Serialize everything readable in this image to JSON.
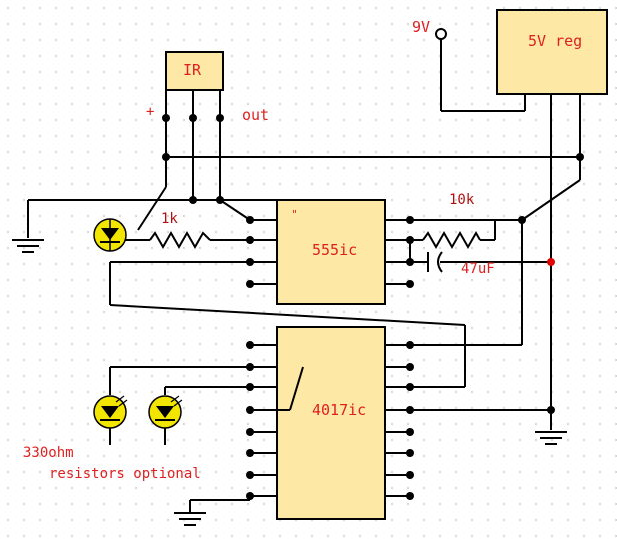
{
  "labels": {
    "ir": "IR",
    "plus": "+",
    "out": "out",
    "v9": "9V",
    "vreg": "5V reg",
    "r1k": "1k",
    "r10k": "10k",
    "ic555": "555ic",
    "cap": "47uF",
    "ic4017": "4017ic",
    "note_line1": "330ohm",
    "note_line2": "resistors optional"
  },
  "colors": {
    "wire": "#000000",
    "block_fill": "#fde8a6",
    "label": "#e02020",
    "led_fill": "#f2e600",
    "junction_red": "#e00000"
  }
}
